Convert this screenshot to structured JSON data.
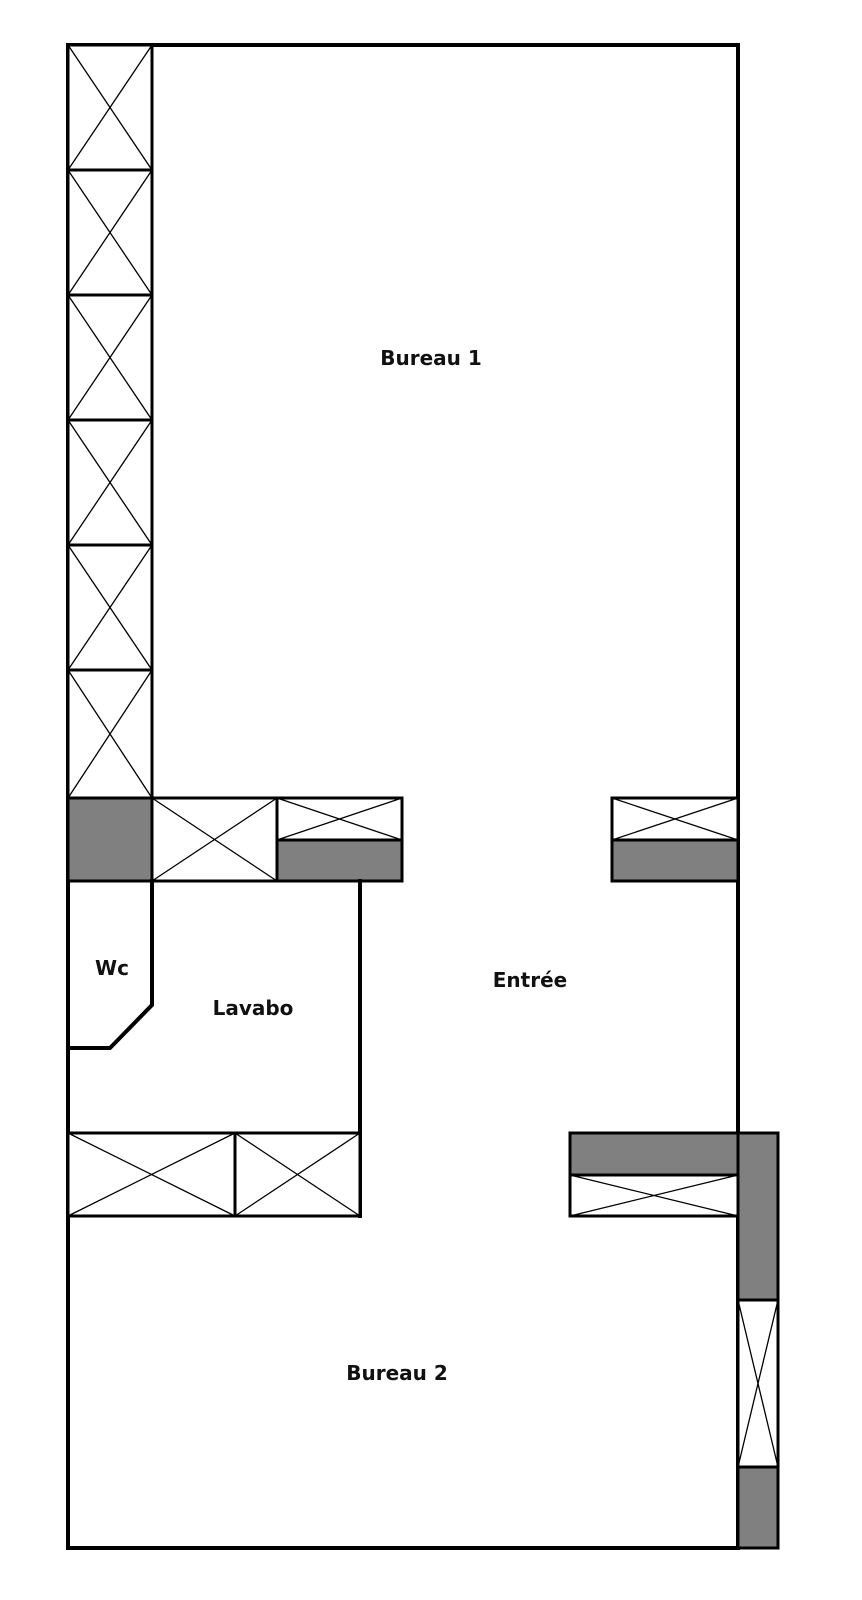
{
  "rooms": {
    "bureau_1": "Bureau 1",
    "wc": "Wc",
    "lavabo": "Lavabo",
    "entree": "Entrée",
    "bureau_2": "Bureau 2"
  },
  "colors": {
    "wall": "#000000",
    "shade": "#808080",
    "background": "#ffffff"
  }
}
